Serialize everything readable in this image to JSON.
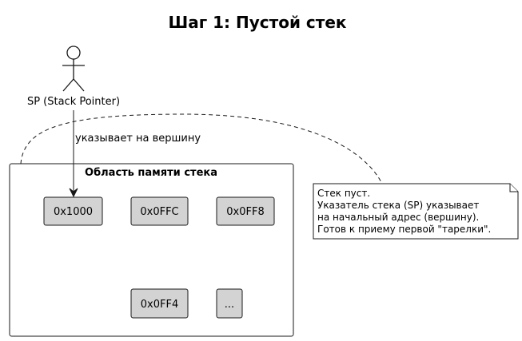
{
  "title": "Шаг 1: Пустой стек",
  "actor": {
    "label": "SP (Stack Pointer)",
    "icon": "stick-figure-actor-icon"
  },
  "pointer_link": {
    "label": "указывает на вершину"
  },
  "stack_region": {
    "title": "Область памяти стека",
    "cells": [
      {
        "label": "0x1000"
      },
      {
        "label": "0x0FFC"
      },
      {
        "label": "0x0FF8"
      },
      {
        "label": "0x0FF4"
      },
      {
        "label": "..."
      }
    ]
  },
  "note": {
    "lines": [
      "Стек пуст.",
      "Указатель стека (SP) указывает",
      "на начальный адрес (вершину).",
      "Готов к приему первой \"тарелки\"."
    ]
  },
  "colors": {
    "cell_fill": "#d3d3d3",
    "stroke": "#181818",
    "background": "#ffffff"
  }
}
